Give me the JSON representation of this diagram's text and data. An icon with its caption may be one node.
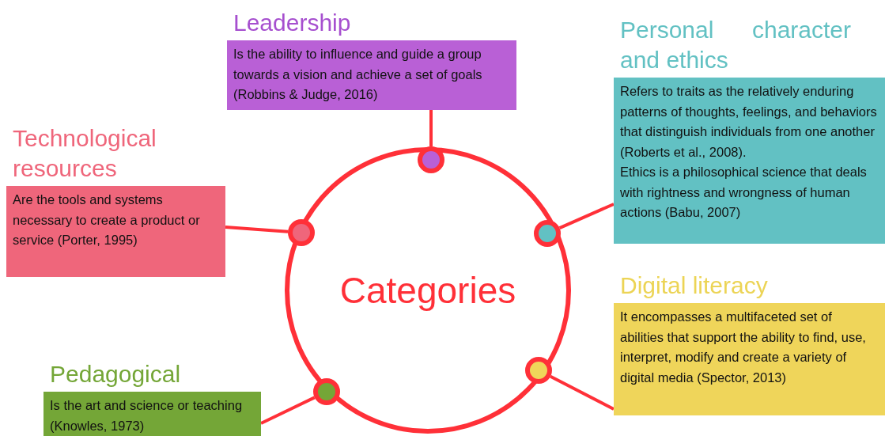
{
  "diagram": {
    "nodes": [
      {
        "text": [
          "Categories"
        ]
      },
      {
        "text": [
          "Leadership",
          "Is the ability to influence and guide a group towards a vision and achieve a set of goals (Robbins & Judge, 2016)"
        ]
      },
      {
        "text": [
          "Personal character and ethics",
          "Refers to traits as the relatively enduring patterns of thoughts, feelings, and behaviors that distinguish individuals from one another (Roberts et al., 2008).",
          "Ethics is a philosophical science that deals with rightness and wrongness of human actions (Babu, 2007)"
        ]
      },
      {
        "text": [
          "Technological resources",
          "Are the tools and systems necessary to create a product or service (Porter, 1995)"
        ]
      },
      {
        "text": [
          "Digital literacy",
          "It encompasses a multifaceted set of abilities that support the ability to find, use, interpret, modify and create a variety of digital media (Spector, 2013)"
        ]
      },
      {
        "text": [
          "Pedagogical",
          "Is the art and science or teaching (Knowles, 1973)"
        ]
      },
      {
        "text": [],
        "shape": "circle",
        "in": 0
      },
      {
        "text": [],
        "shape": "circle",
        "in": 0
      },
      {
        "text": [],
        "shape": "circle",
        "in": 0
      },
      {
        "text": [],
        "shape": "circle",
        "in": 0
      },
      {
        "text": [],
        "shape": "circle",
        "in": 0
      }
    ],
    "edges": [
      {
        "from": 6,
        "to": 1,
        "arrow": "none"
      },
      {
        "from": 7,
        "to": 3,
        "arrow": "none"
      },
      {
        "from": 8,
        "to": 2,
        "arrow": "none"
      },
      {
        "from": 9,
        "to": 4,
        "arrow": "none"
      },
      {
        "from": 10,
        "to": 5,
        "arrow": "none"
      }
    ]
  }
}
